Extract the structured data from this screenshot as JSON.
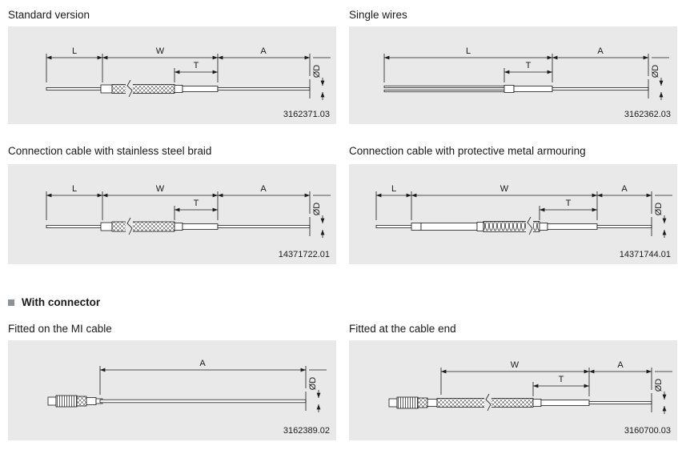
{
  "sections": {
    "with_connector": "With connector"
  },
  "dim_labels": {
    "L": "L",
    "W": "W",
    "T": "T",
    "A": "A",
    "D": "ØD"
  },
  "panels": {
    "standard": {
      "title": "Standard version",
      "part_number": "3162371.03"
    },
    "single_wires": {
      "title": "Single wires",
      "part_number": "3162362.03"
    },
    "steel_braid": {
      "title": "Connection cable with stainless steel braid",
      "part_number": "14371722.01"
    },
    "metal_armouring": {
      "title": "Connection cable with protective metal armouring",
      "part_number": "14371744.01"
    },
    "mi_cable": {
      "title": "Fitted on the MI cable",
      "part_number": "3162389.02"
    },
    "cable_end": {
      "title": "Fitted at the cable end",
      "part_number": "3160700.03"
    }
  },
  "colors": {
    "panel_bg": "#e9e9e9",
    "line": "#1a1a1a",
    "bullet": "#8d9298"
  }
}
